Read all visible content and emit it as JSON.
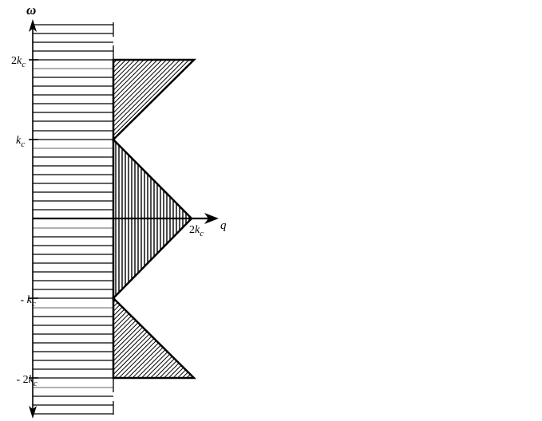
{
  "diagram": {
    "type": "frequency-wavenumber region diagram",
    "axes": {
      "vertical": {
        "label": "ω",
        "direction": "bidirectional"
      },
      "horizontal": {
        "label": "q"
      }
    },
    "tick_labels": {
      "omega_2kc": {
        "prefix": "2",
        "var": "k",
        "sub": "c"
      },
      "omega_kc": {
        "prefix": "",
        "var": "k",
        "sub": "c"
      },
      "omega_neg_kc": {
        "prefix": "- ",
        "var": "k",
        "sub": "c"
      },
      "omega_neg_2kc": {
        "prefix": "- 2",
        "var": "k",
        "sub": "c"
      },
      "q_2kc": {
        "prefix": "2",
        "var": "k",
        "sub": "c"
      }
    },
    "regions": [
      {
        "name": "horizontal-striped-band",
        "pattern": "horizontal lines",
        "q_range": "0 to kc-ish",
        "omega_range": "all"
      },
      {
        "name": "upper-triangle",
        "pattern": "diagonal hatch",
        "vertices": [
          "(kc_line, 2kc)",
          "(2kc, 2kc)",
          "(kc_line, kc)"
        ]
      },
      {
        "name": "middle-triangle",
        "pattern": "vertical hatch",
        "vertices": [
          "(kc_line, kc)",
          "(2kc, 0)",
          "(kc_line, -kc)"
        ]
      },
      {
        "name": "lower-triangle",
        "pattern": "diagonal hatch",
        "vertices": [
          "(kc_line, -kc)",
          "(kc_line, -2kc)",
          "(2kc, -2kc)"
        ]
      }
    ],
    "colors": {
      "stroke": "#000000",
      "background": "#ffffff",
      "faint_stripe": "#808080"
    }
  }
}
